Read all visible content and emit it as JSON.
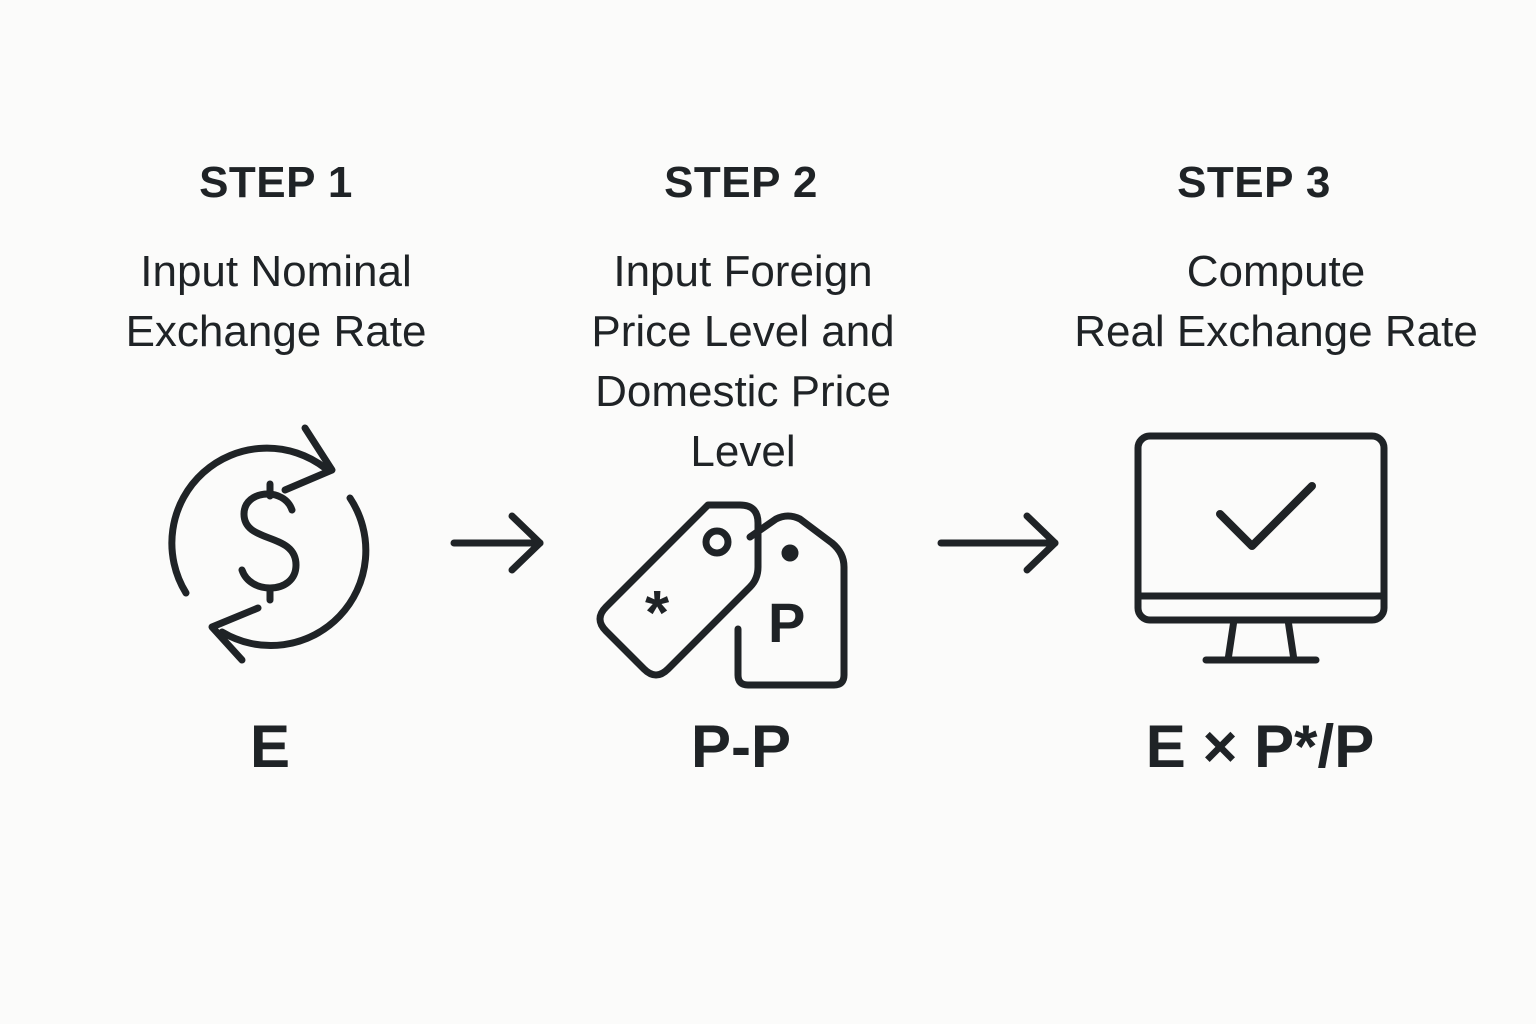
{
  "steps": [
    {
      "label": "STEP 1",
      "desc_lines": [
        "Input Nominal",
        "Exchange Rate"
      ],
      "icon": "currency-exchange-icon",
      "formula": "E"
    },
    {
      "label": "STEP 2",
      "desc_lines": [
        "Input Foreign",
        "Price Level and",
        "Domestic Price",
        "Level"
      ],
      "icon": "price-tags-icon",
      "icon_tag_symbols": [
        "*",
        "P"
      ],
      "formula": "P-P"
    },
    {
      "label": "STEP 3",
      "desc_lines": [
        "Compute",
        "Real Exchange Rate"
      ],
      "icon": "computer-monitor-check-icon",
      "formula": "E × P*/P"
    }
  ],
  "connectors": [
    "arrow-right-icon",
    "arrow-right-icon"
  ],
  "colors": {
    "background": "#fbfbfa",
    "ink": "#1f2326"
  }
}
